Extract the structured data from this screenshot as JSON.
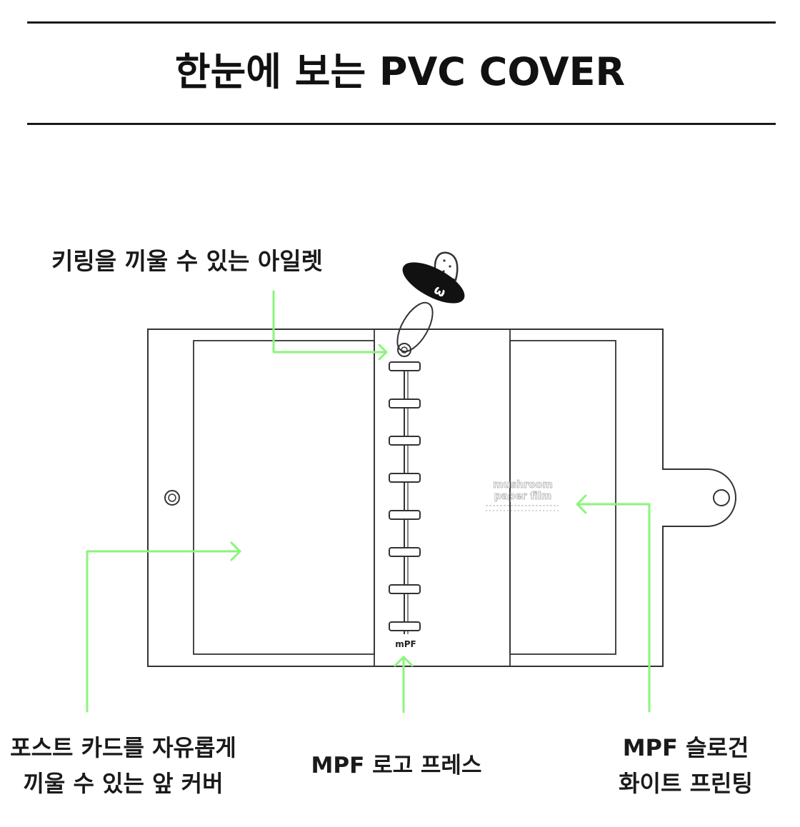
{
  "header": {
    "title": "한눈에 보는  PVC COVER"
  },
  "callouts": {
    "eyelet": "키링을 끼울 수 있는 아일렛",
    "front_cover_line1": "포스트 카드를 자유롭게",
    "front_cover_line2": "끼울 수 있는 앞 커버",
    "logo_press": "MPF 로고 프레스",
    "slogan_line1": "MPF 슬로건",
    "slogan_line2": "화이트 프린팅"
  },
  "printed_marks": {
    "spine_logo": "mPF",
    "slogan_text_line1": "mushroom",
    "slogan_text_line2": "paper film"
  },
  "colors": {
    "arrow": "#8af57a",
    "outline": "#333333",
    "ink": "#1a1a1a"
  },
  "icons": [
    "mushroom-keyring-icon",
    "eyelet-icon",
    "snap-button-icon",
    "binder-ring-icon"
  ]
}
